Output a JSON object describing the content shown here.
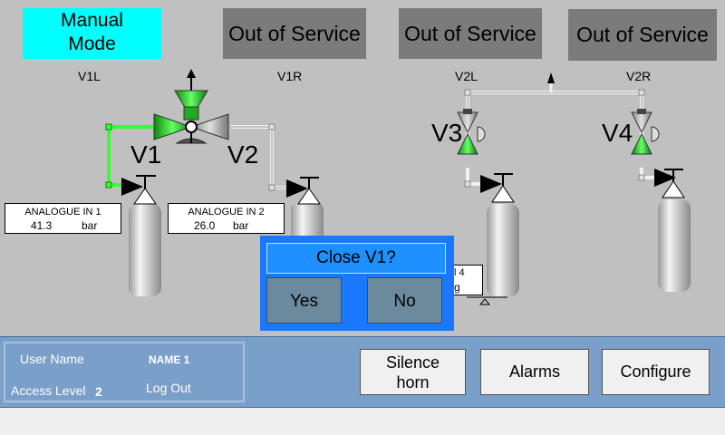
{
  "header": {
    "mode_button": "Manual\nMode",
    "out_of_service_1": "Out of Service",
    "out_of_service_2": "Out of Service",
    "out_of_service_3": "Out of Service"
  },
  "labels": {
    "v1l": "V1L",
    "v1r": "V1R",
    "v2l": "V2L",
    "v2r": "V2R"
  },
  "valves": {
    "v1": "V1",
    "v2": "V2",
    "v3": "V3",
    "v4": "V4"
  },
  "gauges": {
    "g1": {
      "title": "ANALOGUE  IN 1",
      "value": "41.3",
      "unit": "bar"
    },
    "g2": {
      "title": "ANALOGUE IN 2",
      "value": "26.0",
      "unit": "bar"
    },
    "g4_partial_title": "l 4",
    "g4_partial_unit": "g"
  },
  "dialog": {
    "title": "Close V1?",
    "yes": "Yes",
    "no": "No"
  },
  "footer": {
    "user_name_label": "User Name",
    "user_name_value": "NAME 1",
    "access_level_label": "Access Level",
    "access_level_value": "2",
    "logout": "Log Out",
    "silence_horn": "Silence\nhorn",
    "alarms": "Alarms",
    "configure": "Configure"
  },
  "colors": {
    "active_green": "#33ff33",
    "mode_cyan": "#00ffff",
    "dialog_blue": "#1a78ff",
    "footer_blue": "#7a9fc9"
  }
}
